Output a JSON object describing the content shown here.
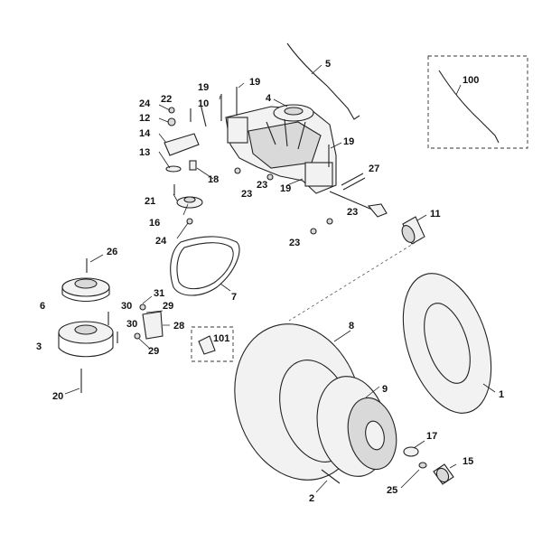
{
  "diagram": {
    "callouts": [
      {
        "id": "c1",
        "text": "1"
      },
      {
        "id": "c2",
        "text": "2"
      },
      {
        "id": "c3",
        "text": "3"
      },
      {
        "id": "c4",
        "text": "4"
      },
      {
        "id": "c5",
        "text": "5"
      },
      {
        "id": "c6",
        "text": "6"
      },
      {
        "id": "c7",
        "text": "7"
      },
      {
        "id": "c8",
        "text": "8"
      },
      {
        "id": "c9",
        "text": "9"
      },
      {
        "id": "c10",
        "text": "10"
      },
      {
        "id": "c11",
        "text": "11"
      },
      {
        "id": "c12",
        "text": "12"
      },
      {
        "id": "c13",
        "text": "13"
      },
      {
        "id": "c14",
        "text": "14"
      },
      {
        "id": "c15",
        "text": "15"
      },
      {
        "id": "c16",
        "text": "16"
      },
      {
        "id": "c17",
        "text": "17"
      },
      {
        "id": "c18",
        "text": "18"
      },
      {
        "id": "c19a",
        "text": "19"
      },
      {
        "id": "c19b",
        "text": "19"
      },
      {
        "id": "c19c",
        "text": "19"
      },
      {
        "id": "c19d",
        "text": "19"
      },
      {
        "id": "c20",
        "text": "20"
      },
      {
        "id": "c21",
        "text": "21"
      },
      {
        "id": "c22",
        "text": "22"
      },
      {
        "id": "c23a",
        "text": "23"
      },
      {
        "id": "c23b",
        "text": "23"
      },
      {
        "id": "c23c",
        "text": "23"
      },
      {
        "id": "c23d",
        "text": "23"
      },
      {
        "id": "c24a",
        "text": "24"
      },
      {
        "id": "c24b",
        "text": "24"
      },
      {
        "id": "c25",
        "text": "25"
      },
      {
        "id": "c26",
        "text": "26"
      },
      {
        "id": "c27",
        "text": "27"
      },
      {
        "id": "c28",
        "text": "28"
      },
      {
        "id": "c29a",
        "text": "29"
      },
      {
        "id": "c29b",
        "text": "29"
      },
      {
        "id": "c30a",
        "text": "30"
      },
      {
        "id": "c30b",
        "text": "30"
      },
      {
        "id": "c31",
        "text": "31"
      },
      {
        "id": "c100",
        "text": "100"
      },
      {
        "id": "c101",
        "text": "101"
      }
    ]
  }
}
